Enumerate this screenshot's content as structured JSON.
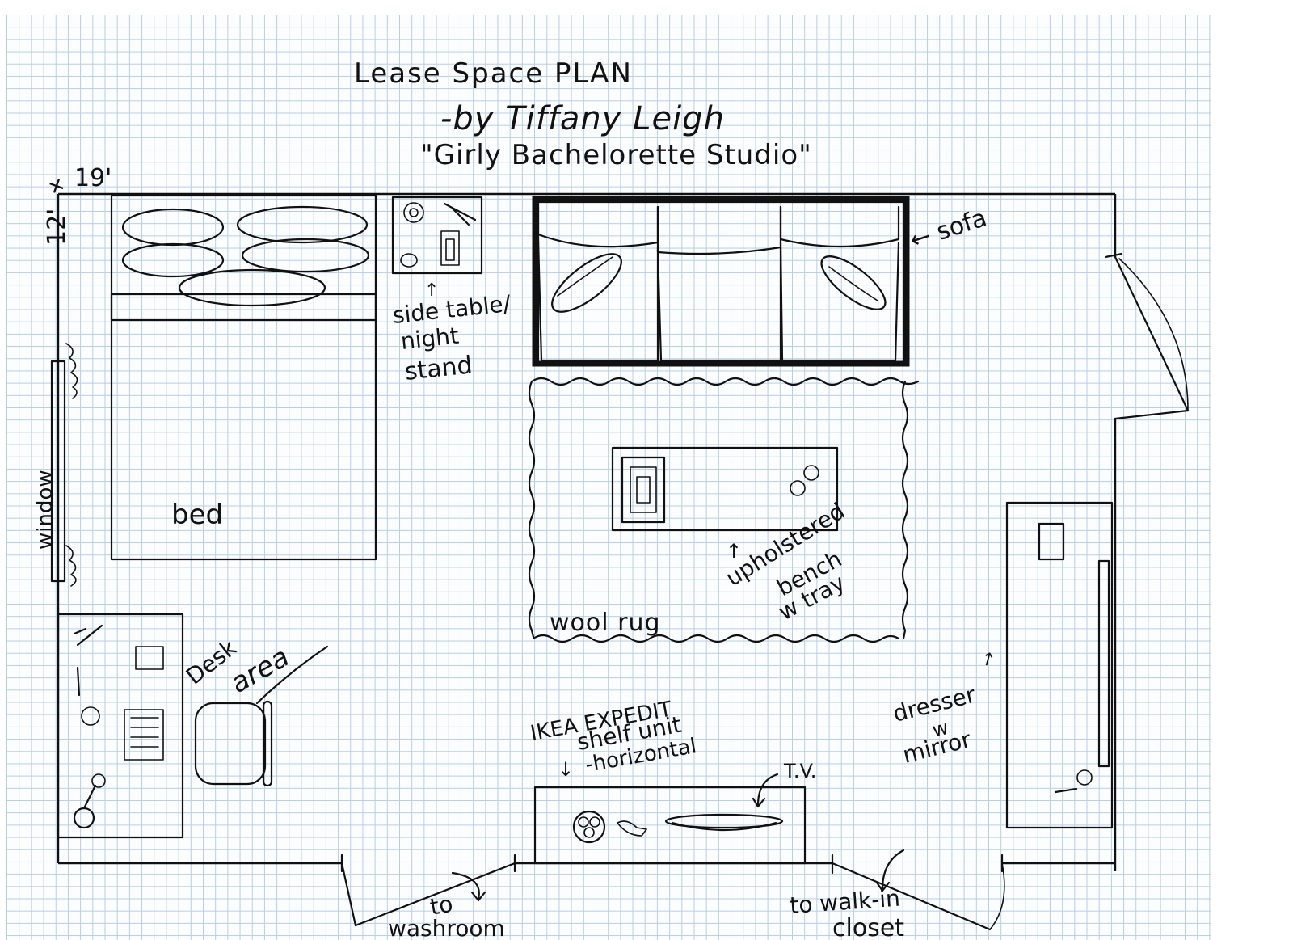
{
  "plan": {
    "title": "Lease Space PLAN",
    "author": "-by Tiffany Leigh",
    "subtitle": "\"Girly Bachelorette Studio\"",
    "dimensions": {
      "width": "12'",
      "plus": "+",
      "length": "19'"
    },
    "labels": {
      "bed": "bed",
      "window": "window",
      "side_table_1": "side table/",
      "side_table_2": "night",
      "side_table_3": "stand",
      "sofa": "← sofa",
      "wool_rug": "wool rug",
      "bench_1": "upholstered",
      "bench_2": "bench",
      "bench_3": "w tray",
      "desk_1": "Desk",
      "desk_2": "area",
      "dresser_1": "dresser",
      "dresser_2": "w",
      "dresser_3": "mirror",
      "shelf_1": "IKEA EXPEDIT",
      "shelf_2": "shelf unit",
      "shelf_3": "-horizontal",
      "tv": "T.V.",
      "washroom_1": "to",
      "washroom_2": "washroom",
      "closet_1": "to walk-in",
      "closet_2": "closet"
    },
    "colors": {
      "ink": "#111111",
      "grid": "#b9cde4",
      "paper": "#fbfdff"
    }
  }
}
